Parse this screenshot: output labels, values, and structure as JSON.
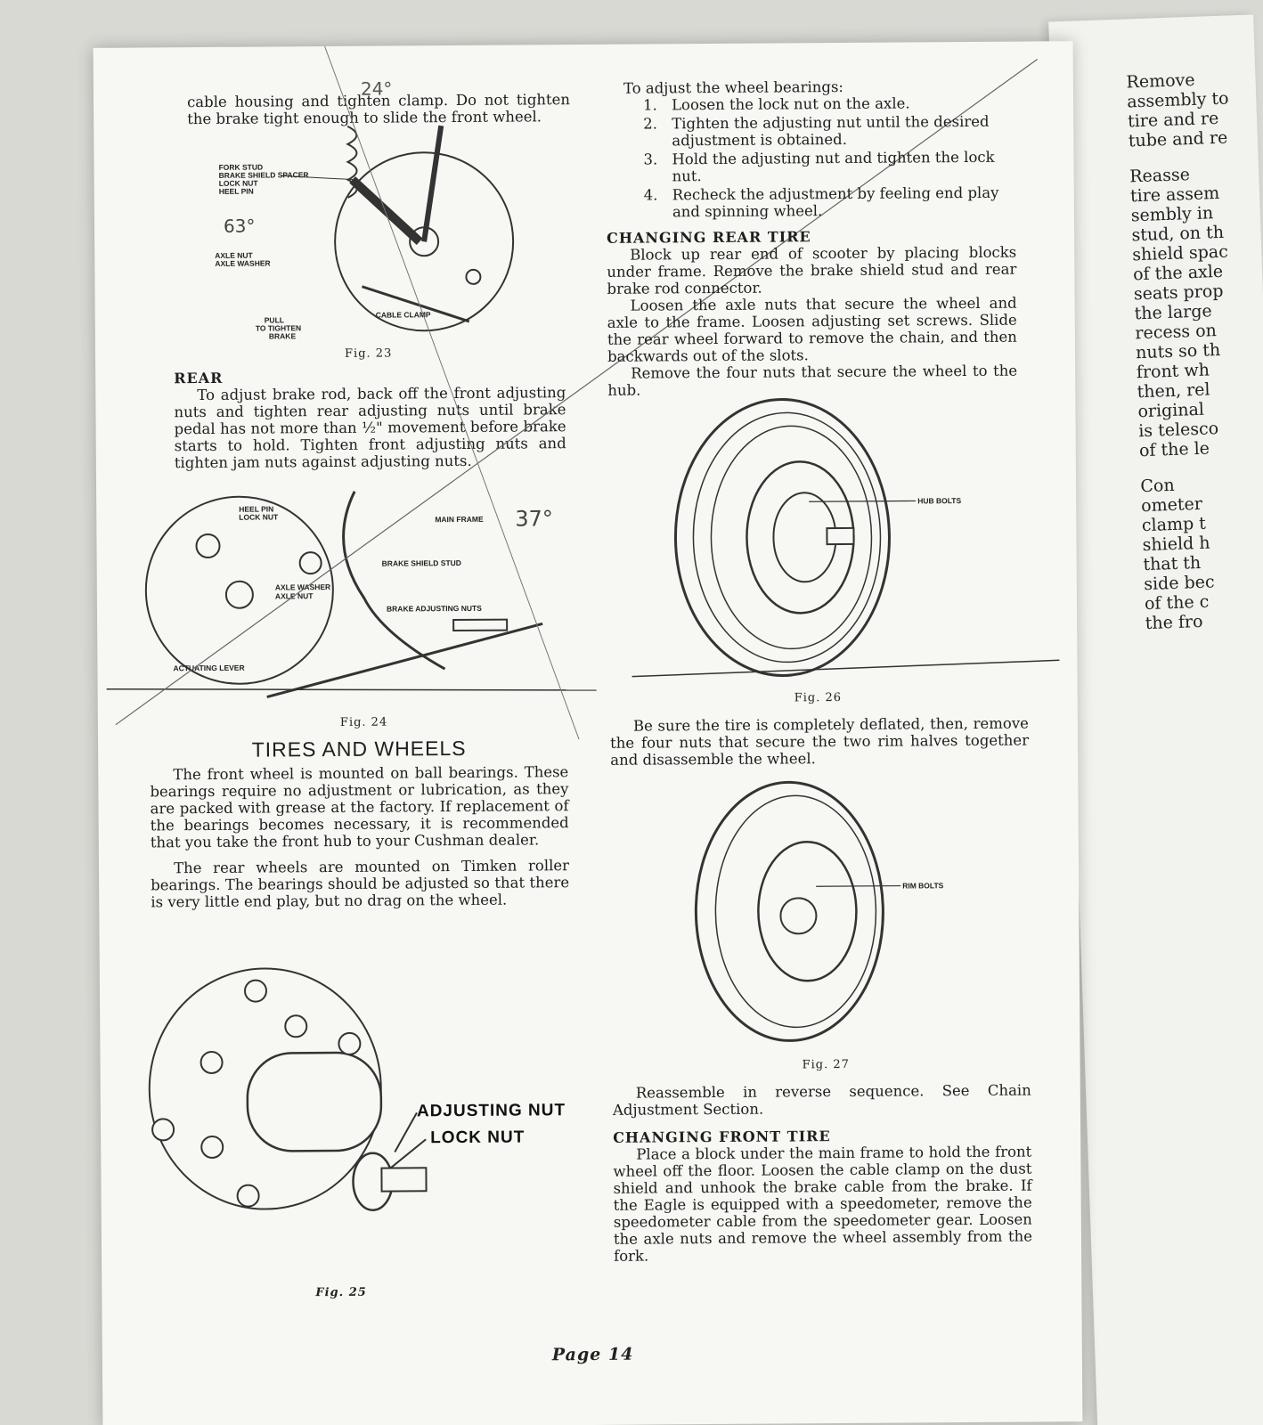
{
  "top_left_text": "cable housing and tighten clamp. Do not tighten the brake tight enough to slide the front wheel.",
  "fig23": {
    "caption": "Fig. 23",
    "labels": [
      "FORK STUD",
      "BRAKE SHIELD SPACER",
      "LOCK NUT",
      "HEEL PIN",
      "AXLE NUT",
      "AXLE WASHER",
      "CABLE CLAMP",
      "PULL",
      "TO TIGHTEN",
      "BRAKE"
    ],
    "handwritten_angle": "63°"
  },
  "rear_section": {
    "heading": "REAR",
    "body": "To adjust brake rod, back off the front adjusting nuts and tighten rear adjusting nuts until brake pedal has not more than ½\" movement before brake starts to hold. Tighten front adjusting nuts and tighten jam nuts against adjusting nuts."
  },
  "fig24": {
    "caption": "Fig. 24",
    "labels": [
      "HEEL PIN",
      "LOCK NUT",
      "MAIN FRAME",
      "BRAKE SHIELD STUD",
      "AXLE WASHER",
      "AXLE NUT",
      "BRAKE ADJUSTING NUTS",
      "ACTUATING LEVER"
    ],
    "handwritten_angle": "37°",
    "handwritten_top": "24°"
  },
  "tires_section": {
    "heading": "TIRES AND WHEELS",
    "para1": "The front wheel is mounted on ball bearings. These bearings require no adjustment or lubrication, as they are packed with grease at the factory. If replacement of the bearings becomes necessary, it is recommended that you take the front hub to your Cushman dealer.",
    "para2": "The rear wheels are mounted on Timken roller bearings. The bearings should be adjusted so that there is very little end play, but no drag on the wheel."
  },
  "fig25": {
    "caption": "Fig. 25",
    "labels": [
      "ADJUSTING NUT",
      "LOCK NUT"
    ]
  },
  "bearing_steps": {
    "intro": "To adjust the wheel bearings:",
    "items": [
      {
        "num": "1.",
        "text": "Loosen the lock nut on the axle."
      },
      {
        "num": "2.",
        "text": "Tighten the adjusting nut until the desired adjustment is obtained."
      },
      {
        "num": "3.",
        "text": "Hold the adjusting nut and tighten the lock nut."
      },
      {
        "num": "4.",
        "text": "Recheck the adjustment by feeling end play and spinning wheel."
      }
    ]
  },
  "rear_tire": {
    "heading": "CHANGING REAR TIRE",
    "para1": "Block up rear end of scooter by placing blocks under frame. Remove the brake shield stud and rear brake rod connector.",
    "para2": "Loosen the axle nuts that secure the wheel and axle to the frame. Loosen adjusting set screws. Slide the rear wheel forward to remove the chain, and then backwards out of the slots.",
    "para3": "Remove the four nuts that secure the wheel to the hub."
  },
  "fig26": {
    "caption": "Fig. 26",
    "label": "HUB BOLTS"
  },
  "deflate_text": "Be sure the tire is completely deflated, then, remove the four nuts that secure the two rim halves together and disassemble the wheel.",
  "fig27": {
    "caption": "Fig. 27",
    "label": "RIM BOLTS"
  },
  "reassemble_text": "Reassemble in reverse sequence. See Chain Adjustment Section.",
  "front_tire": {
    "heading": "CHANGING FRONT TIRE",
    "body": "Place a block under the main frame to hold the front wheel off the floor. Loosen the cable clamp on the dust shield and unhook the brake cable from the brake. If the Eagle is equipped with a speedometer, remove the speedometer cable from the speedometer gear. Loosen the axle nuts and remove the wheel assembly from the fork."
  },
  "footer": "Page 14",
  "next_page": {
    "block1": [
      "Remove",
      "assembly to",
      "tire and re",
      "tube and re"
    ],
    "block2": [
      "Reasse",
      "tire assem",
      "sembly in",
      "stud, on th",
      "shield spac",
      "of the axle",
      "seats prop",
      "the large",
      "recess on",
      "nuts so th",
      "front wh",
      "then, rel",
      "original",
      "is telesco",
      "of the le"
    ],
    "block3": [
      "Con",
      "ometer",
      "clamp t",
      "shield h",
      "that th",
      "side bec",
      "of the c",
      "the fro"
    ]
  }
}
